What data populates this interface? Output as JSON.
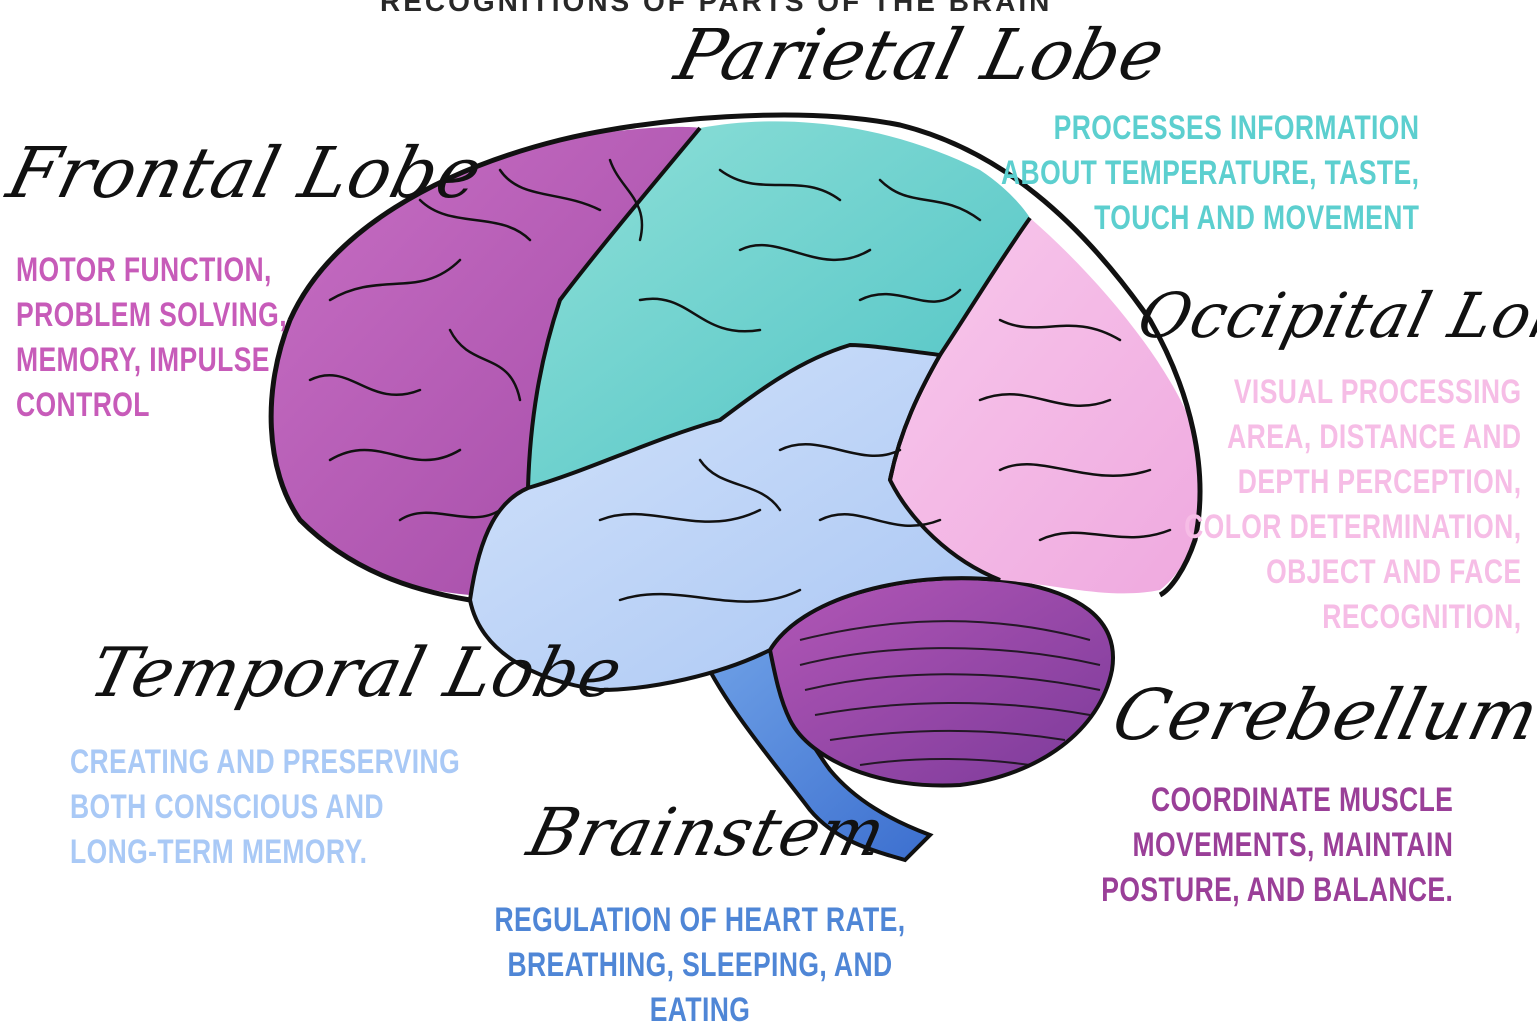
{
  "header": {
    "title_fragment": "RECOGNITIONS OF PARTS OF THE BRAIN"
  },
  "colors": {
    "frontal": "#c75bb9",
    "parietal": "#5ccfcf",
    "occipital": "#f6bde6",
    "temporal": "#a9c9f6",
    "cerebellum": "#9a3f98",
    "brainstem": "#4f86d6",
    "outline": "#111111"
  },
  "lobes": {
    "parietal": {
      "title": "Parietal Lobe",
      "desc": [
        "PROCESSES INFORMATION",
        "ABOUT TEMPERATURE, TASTE,",
        "TOUCH AND MOVEMENT"
      ]
    },
    "frontal": {
      "title": "Frontal Lobe",
      "desc": [
        "MOTOR FUNCTION,",
        "PROBLEM SOLVING,",
        "MEMORY, IMPULSE",
        "CONTROL"
      ]
    },
    "occipital": {
      "title": "Occipital Lobe",
      "desc": [
        "VISUAL PROCESSING",
        "AREA, DISTANCE AND",
        "DEPTH PERCEPTION,",
        "COLOR DETERMINATION,",
        "OBJECT AND FACE",
        "RECOGNITION,"
      ]
    },
    "temporal": {
      "title": "Temporal Lobe",
      "desc": [
        "CREATING AND PRESERVING",
        "BOTH CONSCIOUS AND",
        "LONG-TERM MEMORY."
      ]
    },
    "cerebellum": {
      "title": "Cerebellum",
      "desc": [
        "COORDINATE MUSCLE",
        "MOVEMENTS, MAINTAIN",
        "POSTURE, AND BALANCE."
      ]
    },
    "brainstem": {
      "title": "Brainstem",
      "desc": [
        "REGULATION OF HEART RATE,",
        "BREATHING, SLEEPING, AND",
        "EATING"
      ]
    }
  }
}
